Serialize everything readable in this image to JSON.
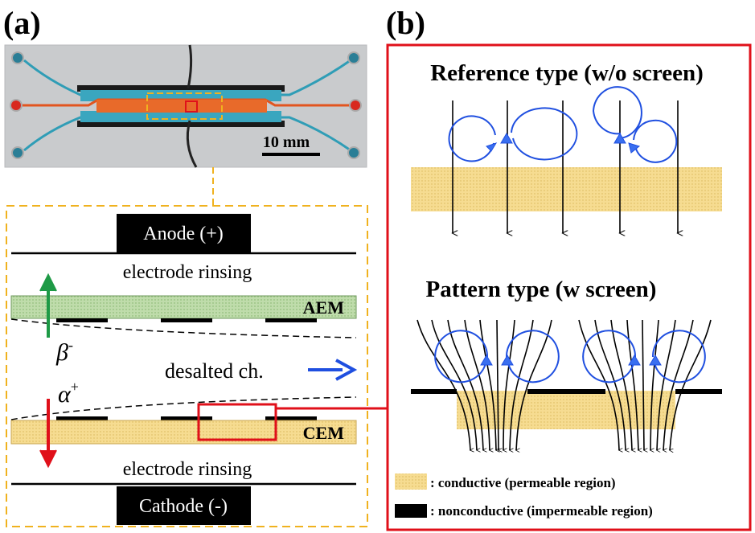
{
  "panel_a": {
    "label": "(a)",
    "scale_bar": "10 mm",
    "anode": "Anode (+)",
    "cathode": "Cathode (-)",
    "rinse_top": "electrode rinsing",
    "rinse_bottom": "electrode rinsing",
    "aem": "AEM",
    "cem": "CEM",
    "beta_sym": "β",
    "beta_sup": "-",
    "alpha_sym": "α",
    "alpha_sup": "+",
    "desalted": "desalted ch."
  },
  "panel_b": {
    "label": "(b)",
    "reference_title": "Reference type (w/o screen)",
    "pattern_title": "Pattern type (w screen)",
    "legend_conductive": ": conductive (permeable region)",
    "legend_nonconductive": ": nonconductive (impermeable region)"
  },
  "colors": {
    "red": "#e0101a",
    "yellow_dash": "#f0b21f",
    "blue": "#1f4fe0",
    "green": "#1e9a46",
    "membrane_yellow": "#f6dc91",
    "membrane_green": "#b9d8a4"
  }
}
